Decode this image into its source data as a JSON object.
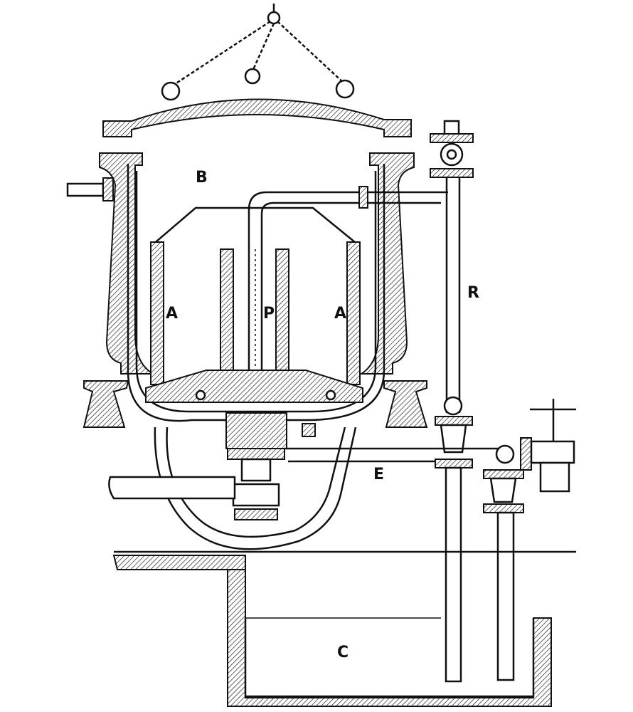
{
  "diagram": {
    "labels": {
      "B": "B",
      "A_left": "A",
      "P": "P",
      "A_right": "A",
      "R": "R",
      "E": "E",
      "C": "C"
    }
  }
}
